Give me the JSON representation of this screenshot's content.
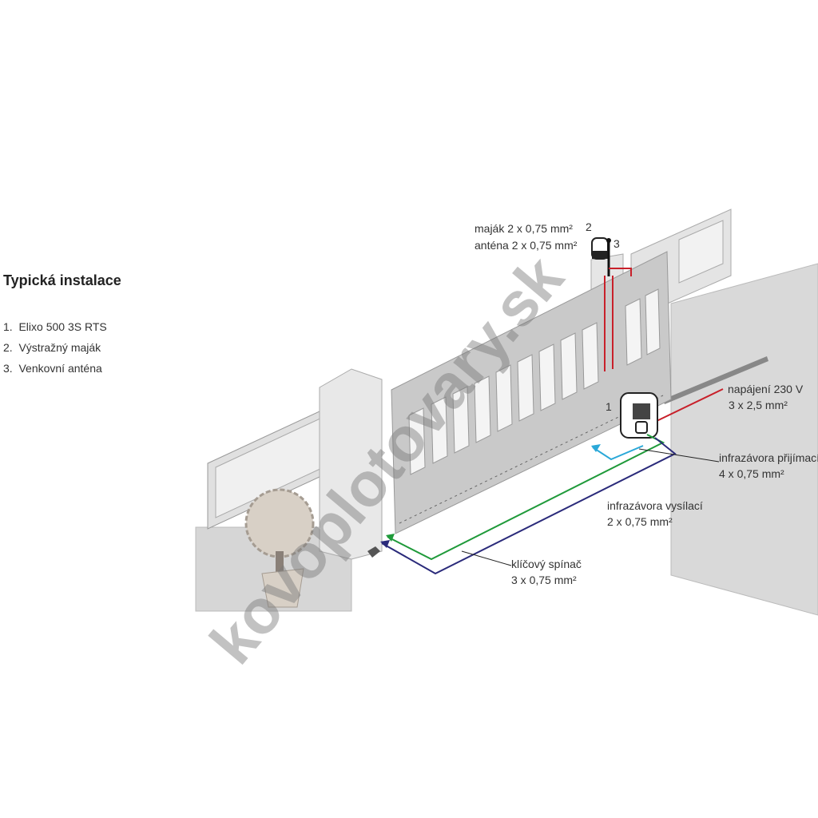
{
  "heading": "Typická instalace",
  "legend": [
    {
      "num": "1.",
      "label": "Elixo 500 3S RTS"
    },
    {
      "num": "2.",
      "label": "Výstražný maják"
    },
    {
      "num": "3.",
      "label": "Venkovní anténa"
    }
  ],
  "callouts": {
    "beacon": "maják 2 x 0,75 mm²",
    "antenna": "anténa 2 x 0,75 mm²",
    "power_name": "napájení 230 V",
    "power_spec": "3 x 2,5 mm²",
    "receiver_name": "infrazávora přijímací",
    "receiver_spec": "4 x 0,75 mm²",
    "transmitter_name": "infrazávora vysílací",
    "transmitter_spec": "2 x 0,75 mm²",
    "keyswitch_name": "klíčový spínač",
    "keyswitch_spec": "3 x 0,75 mm²"
  },
  "markers": {
    "motor": "1",
    "beacon": "2",
    "antenna": "3"
  },
  "watermark": "kovoplotovary.sk",
  "colors": {
    "power": "#c8202a",
    "receiver": "#2aa8d8",
    "transmitter": "#1f9a3a",
    "keyswitch": "#2a2a7a",
    "gate": "#c9c9c9"
  }
}
